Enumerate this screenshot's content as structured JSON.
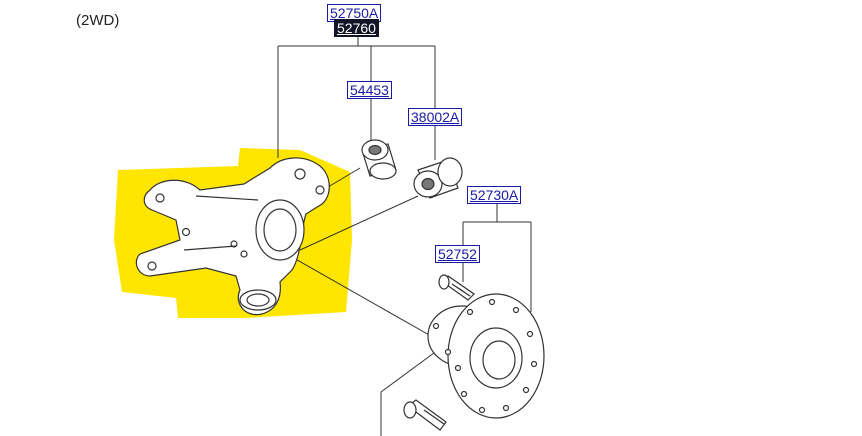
{
  "drive_label": "(2WD)",
  "callouts": {
    "assembly_primary": "52750A",
    "assembly_alt": "52760",
    "bushing_small": "54453",
    "bushing_large": "38002A",
    "hub_assembly": "52730A",
    "hub_bolt": "52752"
  },
  "colors": {
    "highlight": "#ffe600",
    "link": "#1a1aa8",
    "selected_bg": "#141428",
    "line": "#333333"
  },
  "icons": [
    "knuckle-icon",
    "bushing-icon",
    "hub-icon",
    "bolt-icon"
  ]
}
